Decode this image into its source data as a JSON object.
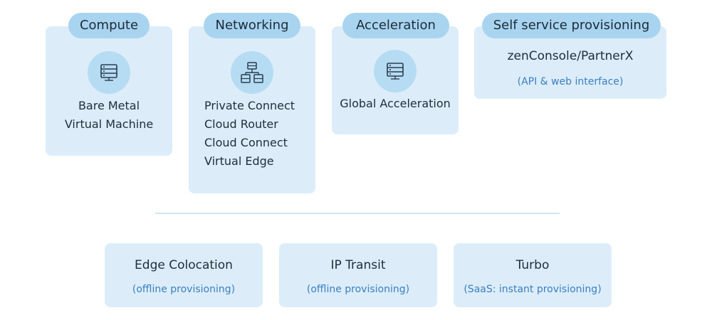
{
  "top": {
    "compute": {
      "title": "Compute",
      "icon": "server-icon",
      "items": [
        "Bare Metal",
        "Virtual Machine"
      ]
    },
    "networking": {
      "title": "Networking",
      "icon": "network-servers-icon",
      "items": [
        "Private Connect",
        "Cloud Router",
        "Cloud Connect",
        "Virtual Edge"
      ]
    },
    "acceleration": {
      "title": "Acceleration",
      "icon": "server-icon",
      "items": [
        "Global Acceleration"
      ]
    },
    "self_service": {
      "title": "Self service provisioning",
      "main": "zenConsole/PartnerX",
      "sub": "(API & web interface)"
    }
  },
  "bottom": [
    {
      "name": "Edge Colocation",
      "note": "(offline provisioning)"
    },
    {
      "name": "IP Transit",
      "note": "(offline provisioning)"
    },
    {
      "name": "Turbo",
      "note": "(SaaS: instant provisioning)"
    }
  ],
  "colors": {
    "card": "#dcedf9",
    "pill": "#a8d4f0",
    "icon_bg": "#b6dcf3",
    "note_text": "#3a7fc1"
  }
}
